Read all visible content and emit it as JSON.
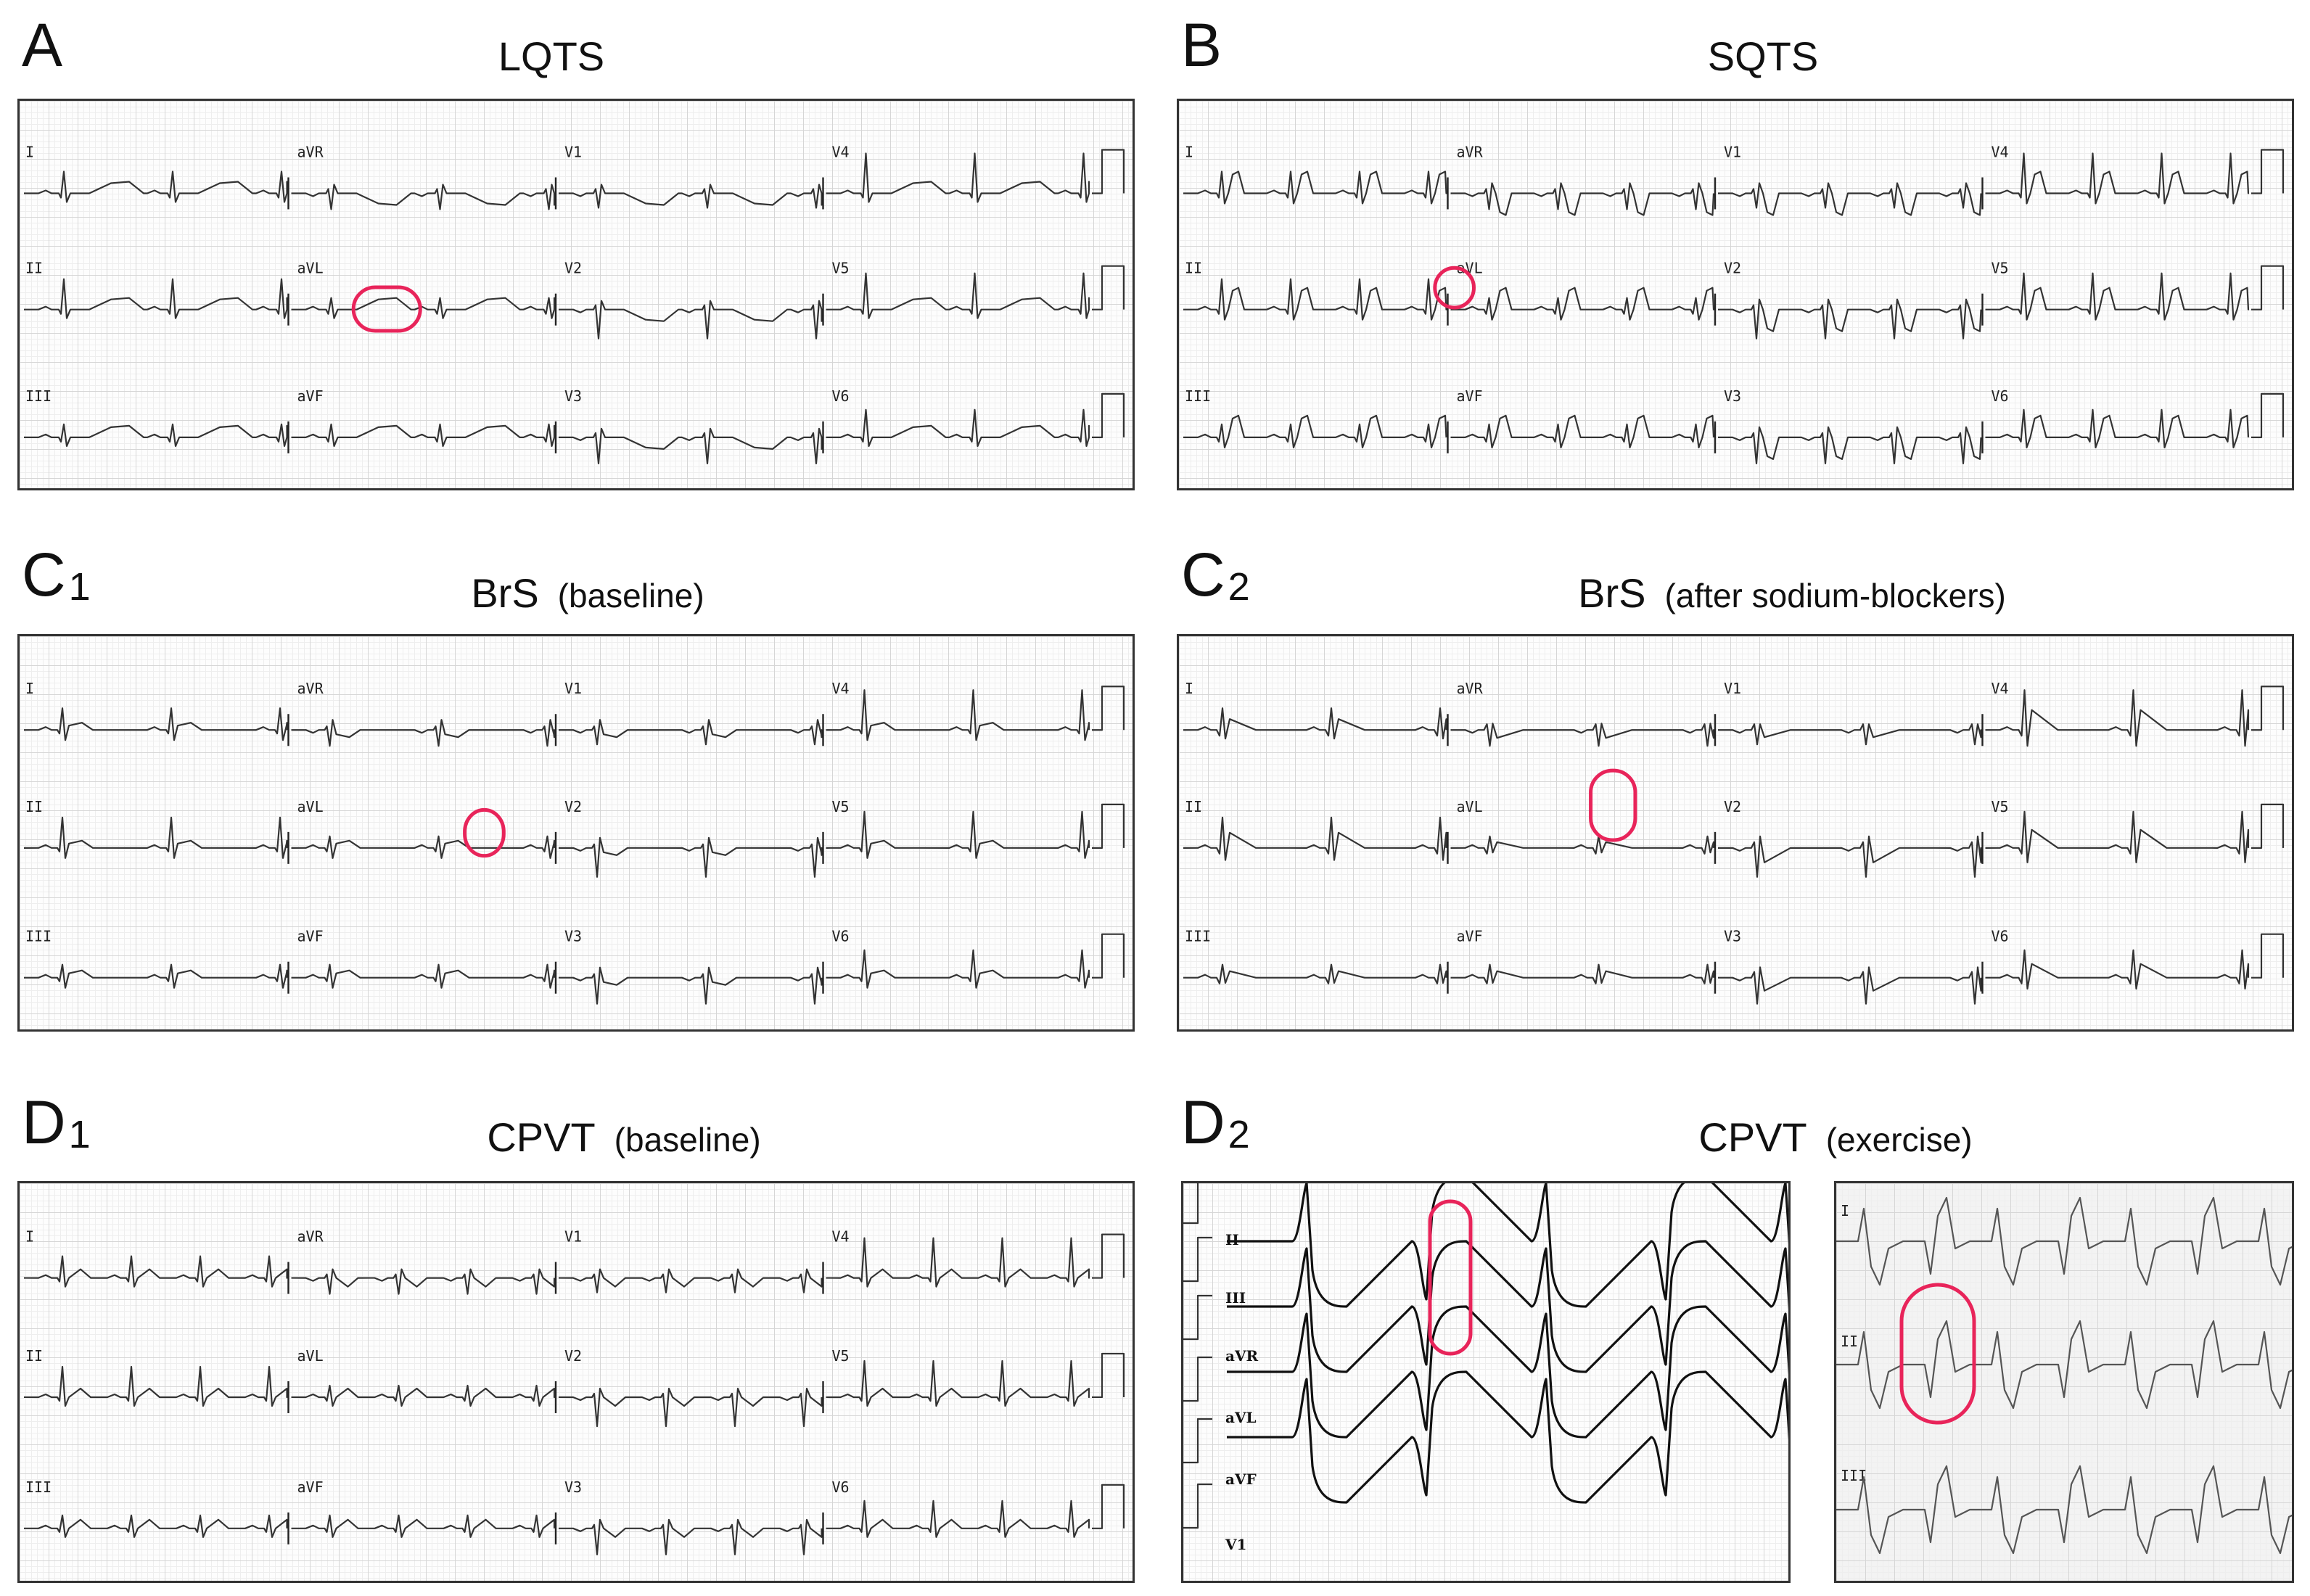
{
  "panels": {
    "A": {
      "letter": "A",
      "subscript": "",
      "title": "LQTS",
      "subtitle": ""
    },
    "B": {
      "letter": "B",
      "subscript": "",
      "title": "SQTS",
      "subtitle": ""
    },
    "C1": {
      "letter": "C",
      "subscript": "1",
      "title": "BrS",
      "subtitle": "(baseline)"
    },
    "C2": {
      "letter": "C",
      "subscript": "2",
      "title": "BrS",
      "subtitle": "(after sodium-blockers)"
    },
    "D1": {
      "letter": "D",
      "subscript": "1",
      "title": "CPVT",
      "subtitle": "(baseline)"
    },
    "D2": {
      "letter": "D",
      "subscript": "2",
      "title": "CPVT",
      "subtitle": "(exercise)"
    }
  },
  "leads_12": [
    "I",
    "aVR",
    "V1",
    "V4",
    "II",
    "aVL",
    "V2",
    "V5",
    "III",
    "aVF",
    "V3",
    "V6"
  ],
  "leads_d2_left": [
    "II",
    "III",
    "aVR",
    "aVL",
    "aVF",
    "V1"
  ],
  "leads_d2_right": [
    "I",
    "II",
    "III"
  ],
  "highlight_color": "#e8245a"
}
